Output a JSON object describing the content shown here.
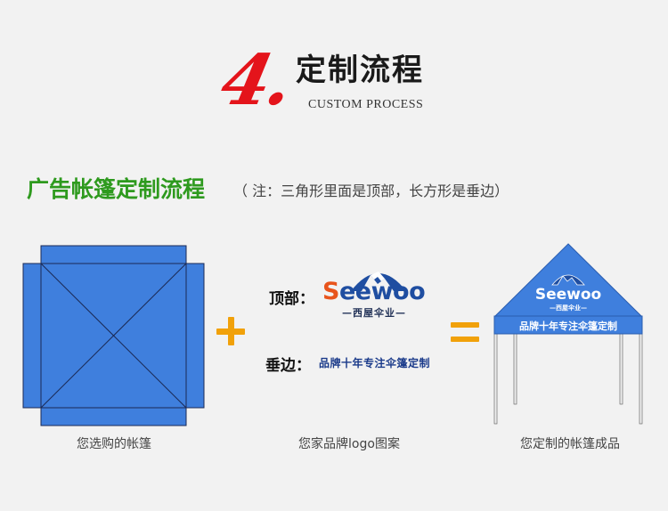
{
  "header": {
    "step_number": "4.",
    "title": "定制流程",
    "subtitle": "CUSTOM PROCESS"
  },
  "section": {
    "title": "广告帐篷定制流程",
    "note": "（ 注：三角形里面是顶部，长方形是垂边）"
  },
  "diagram": {
    "top_label": "顶部：",
    "side_label": "垂边：",
    "side_text": "品牌十年专注伞篷定制",
    "logo_word_s": "S",
    "logo_word_rest": "eewoo",
    "logo_sub": "—西屋伞业—",
    "banner_text": "品牌十年专注伞篷定制"
  },
  "captions": {
    "left": "您选购的帐篷",
    "middle": "您家品牌logo图案",
    "right": "您定制的帐篷成品"
  },
  "colors": {
    "tent_blue": "#3f7fdd",
    "accent_orange": "#f1a10a",
    "title_green": "#2e9a1e",
    "step_red": "#e4141b",
    "logo_orange": "#e8541c",
    "logo_blue": "#1f4ea1"
  }
}
